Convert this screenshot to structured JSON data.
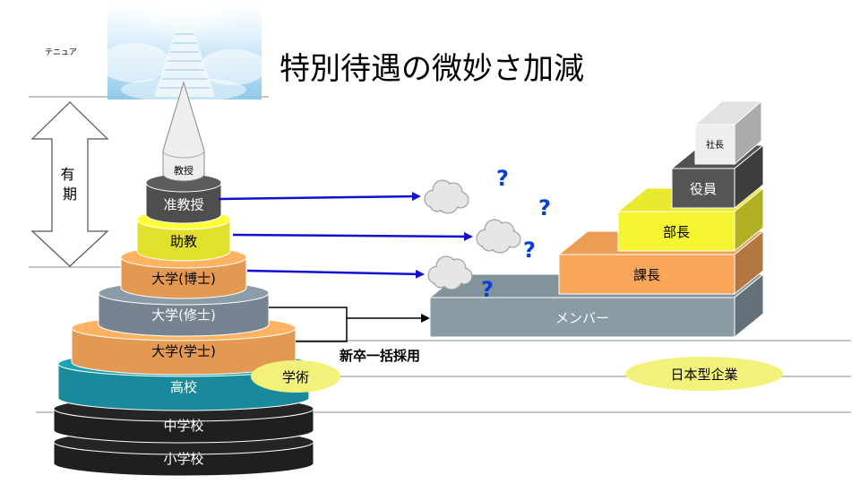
{
  "title": "特別待遇の微妙さ加減",
  "tenure_label": "テニュア",
  "fixed_term_label": "有期",
  "academia_pyramid": {
    "tiers": [
      {
        "label": "小学校",
        "color": "#222222"
      },
      {
        "label": "中学校",
        "color": "#222222"
      },
      {
        "label": "高校",
        "color": "#1a96a8"
      },
      {
        "label": "大学(学士)",
        "color": "#f8a65a"
      },
      {
        "label": "大学(修士)",
        "color": "#7f909c"
      },
      {
        "label": "大学(博士)",
        "color": "#f8a65a"
      },
      {
        "label": "助教",
        "color": "#f5f531"
      },
      {
        "label": "准教授",
        "color": "#555555"
      },
      {
        "label": "教授",
        "color": "#eeeeee"
      }
    ]
  },
  "academia_badge": "学術",
  "recruitment_label": "新卒一括採用",
  "question_mark": "?",
  "company_stairs": {
    "steps": [
      {
        "label": "メンバー",
        "color": "#8a9ba6"
      },
      {
        "label": "課長",
        "color": "#f8a65a"
      },
      {
        "label": "部長",
        "color": "#f5f531"
      },
      {
        "label": "役員",
        "color": "#555555"
      },
      {
        "label": "社長",
        "color": "#eeeeee"
      }
    ]
  },
  "company_badge": "日本型企業",
  "colors": {
    "arrow_blue": "#1010d0",
    "question_blue": "#0a3fd6",
    "badge_yellow": "#f2f27a",
    "line_gray": "#888888"
  }
}
